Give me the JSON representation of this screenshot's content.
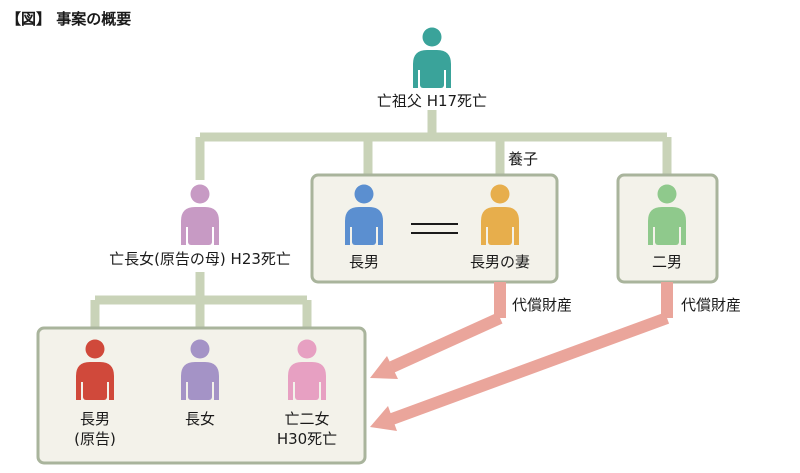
{
  "figure": {
    "title": "【図】 事案の概要"
  },
  "people": {
    "grandfather": {
      "label": "亡祖父 H17死亡",
      "color": "#3aa39a"
    },
    "eldest_daughter": {
      "label": "亡長女(原告の母) H23死亡",
      "color": "#c79ac4"
    },
    "eldest_son": {
      "label": "長男",
      "color": "#5b8fd0"
    },
    "son_wife": {
      "label": "長男の妻",
      "color": "#e7ae4c"
    },
    "second_son": {
      "label": "二男",
      "color": "#8fc98c"
    },
    "plaintiff": {
      "label_line1": "長男",
      "label_line2": "(原告)",
      "color": "#d0493b"
    },
    "eldest_daughter_child": {
      "label": "長女",
      "color": "#a493c6"
    },
    "second_daughter": {
      "label_line1": "亡二女",
      "label_line2": "H30死亡",
      "color": "#e7a0c2"
    }
  },
  "annotations": {
    "adoption": "養子",
    "compensation_1": "代償財産",
    "compensation_2": "代償財産"
  },
  "colors": {
    "connector": "#c9d3b8",
    "group_border": "#a9b49c",
    "group_fill": "#f3f2ea",
    "arrow": "#eaa59b"
  }
}
